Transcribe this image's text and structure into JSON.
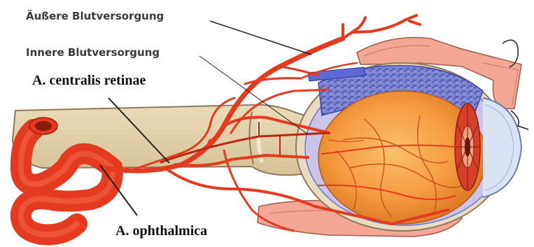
{
  "labels": {
    "outer_supply": "Äußere Blutversorgung",
    "inner_supply": "Innere Blutversorgung",
    "central_artery": "A. centralis retinae",
    "ophthalmic_artery": "A. ophthalmica"
  },
  "colors": {
    "artery": "#e53a1f",
    "artery_dark": "#b92612",
    "nerve": "#e2cfa6",
    "nerve_edge": "#9b8767",
    "eyeball": "#f59a3e",
    "choroid": "#6b73c8",
    "muscle": "#f2a08e",
    "leader_line": "#222222"
  }
}
